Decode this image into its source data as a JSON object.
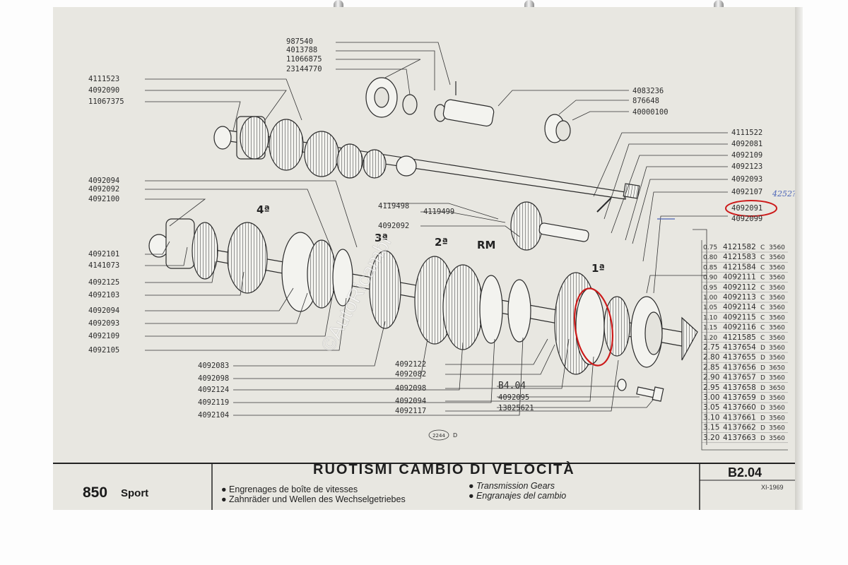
{
  "left_callouts_top": [
    "4111523",
    "4092090",
    "11067375"
  ],
  "left_callouts_mid": [
    "4092094",
    "4092092",
    "4092100"
  ],
  "left_callouts_low": [
    "4092101",
    "4141073",
    "4092125",
    "4092103",
    "4092094",
    "4092093",
    "4092109",
    "4092105"
  ],
  "top_callouts": [
    "987540",
    "4013788",
    "11066875",
    "23144770"
  ],
  "upper_right_callouts": [
    "4083236",
    "876648",
    "40000100"
  ],
  "right_callouts": [
    "4111522",
    "4092081",
    "4092109",
    "4092123",
    "4092093",
    "4092107",
    "4092091",
    "4092099"
  ],
  "handwritten_note": "4252?",
  "center_callouts": [
    "4119498",
    "4119499",
    "4092092"
  ],
  "bottom_left_callouts": [
    "4092083",
    "4092098",
    "4092124",
    "4092119",
    "4092104"
  ],
  "bottom_mid_callouts": [
    "4092122",
    "4092082",
    "4092098",
    "4092094",
    "4092117"
  ],
  "bottom_right_callouts": [
    "B4.04",
    "4092095",
    "13825621"
  ],
  "gear_labels": {
    "fourth": "4ª",
    "third": "3ª",
    "second": "2ª",
    "reverse": "RM",
    "first": "1ª"
  },
  "drawing_ref": "2244",
  "drawing_ref_suffix": "D",
  "shim_table": [
    {
      "size": "0.75",
      "part": "4121582",
      "cls": "C",
      "group": "3560"
    },
    {
      "size": "0.80",
      "part": "4121583",
      "cls": "C",
      "group": "3560"
    },
    {
      "size": "0.85",
      "part": "4121584",
      "cls": "C",
      "group": "3560"
    },
    {
      "size": "0.90",
      "part": "4092111",
      "cls": "C",
      "group": "3560"
    },
    {
      "size": "0.95",
      "part": "4092112",
      "cls": "C",
      "group": "3560"
    },
    {
      "size": "1.00",
      "part": "4092113",
      "cls": "C",
      "group": "3560"
    },
    {
      "size": "1.05",
      "part": "4092114",
      "cls": "C",
      "group": "3560"
    },
    {
      "size": "1.10",
      "part": "4092115",
      "cls": "C",
      "group": "3560"
    },
    {
      "size": "1.15",
      "part": "4092116",
      "cls": "C",
      "group": "3560"
    },
    {
      "size": "1.20",
      "part": "4121585",
      "cls": "C",
      "group": "3560"
    },
    {
      "size": "2.75",
      "part": "4137654",
      "cls": "D",
      "group": "3560"
    },
    {
      "size": "2.80",
      "part": "4137655",
      "cls": "D",
      "group": "3560"
    },
    {
      "size": "2.85",
      "part": "4137656",
      "cls": "D",
      "group": "3650"
    },
    {
      "size": "2.90",
      "part": "4137657",
      "cls": "D",
      "group": "3560"
    },
    {
      "size": "2.95",
      "part": "4137658",
      "cls": "D",
      "group": "3650"
    },
    {
      "size": "3.00",
      "part": "4137659",
      "cls": "D",
      "group": "3560"
    },
    {
      "size": "3.05",
      "part": "4137660",
      "cls": "D",
      "group": "3560"
    },
    {
      "size": "3.10",
      "part": "4137661",
      "cls": "D",
      "group": "3560"
    },
    {
      "size": "3.15",
      "part": "4137662",
      "cls": "D",
      "group": "3560"
    },
    {
      "size": "3.20",
      "part": "4137663",
      "cls": "D",
      "group": "3560"
    }
  ],
  "footer": {
    "model": "850",
    "model_variant": "Sport",
    "title": "RUOTISMI CAMBIO DI VELOCITÀ",
    "subtitle_fr": "Engrenages de boîte de vitesses",
    "subtitle_de": "Zahnräder und Wellen des Wechselgetriebes",
    "subtitle_en": "Transmission Gears",
    "subtitle_es": "Engranajes del cambio",
    "page_code": "B2.04",
    "date": "XI-1969"
  },
  "watermark": "©AutoRicambi"
}
